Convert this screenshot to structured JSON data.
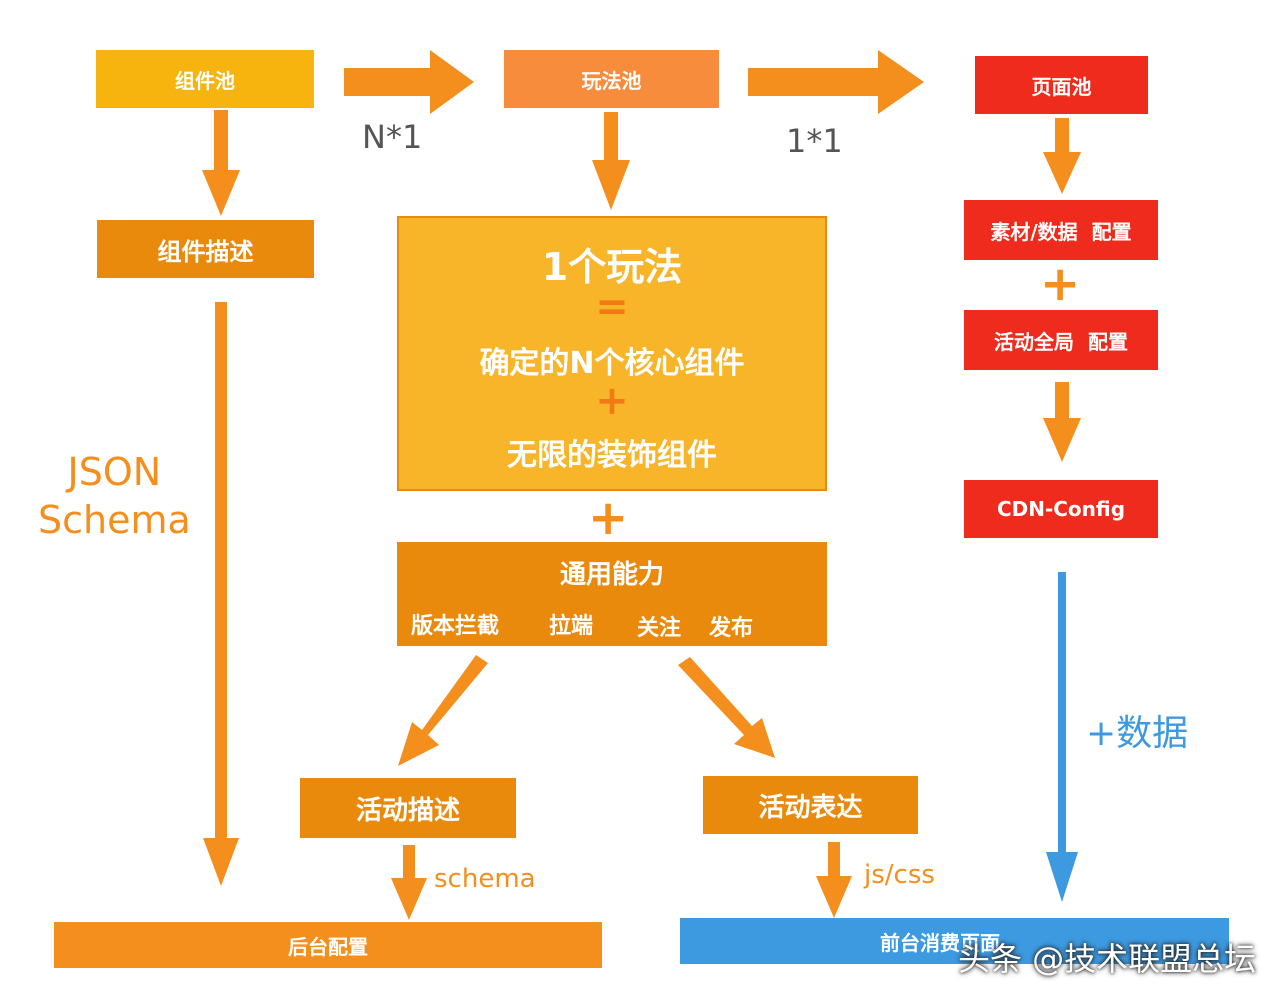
{
  "colors": {
    "yellow": "#f7b40f",
    "orange_light": "#f78c3c",
    "red": "#ee2b1c",
    "dark_orange": "#e98a0d",
    "arrow_orange": "#f48f1d",
    "center_box": "#f8b52a",
    "blue": "#3d9ae0"
  },
  "top_row": {
    "component_pool": "组件池",
    "gameplay_pool": "玩法池",
    "page_pool": "页面池",
    "ratio_left": "N*1",
    "ratio_right": "1*1"
  },
  "left_column": {
    "component_desc": "组件描述",
    "json_line1": "JSON",
    "json_line2": "Schema"
  },
  "center": {
    "title": "1个玩法",
    "equals": "=",
    "core": "确定的N个核心组件",
    "plus": "+",
    "decor": "无限的装饰组件",
    "plus2": "+",
    "general_title": "通用能力",
    "cap1": "版本拦截",
    "cap2": "拉端",
    "cap3": "关注",
    "cap4": "发布"
  },
  "right_column": {
    "material": "素材/数据  配置",
    "plus": "+",
    "global": "活动全局  配置",
    "cdn": "CDN-Config",
    "plus_data": "+数据"
  },
  "bottom": {
    "activity_desc": "活动描述",
    "activity_expr": "活动表达",
    "schema": "schema",
    "jscss": "js/css",
    "backend": "后台配置",
    "frontend": "前台消费页面"
  },
  "watermark": "头条 @技术联盟总坛"
}
